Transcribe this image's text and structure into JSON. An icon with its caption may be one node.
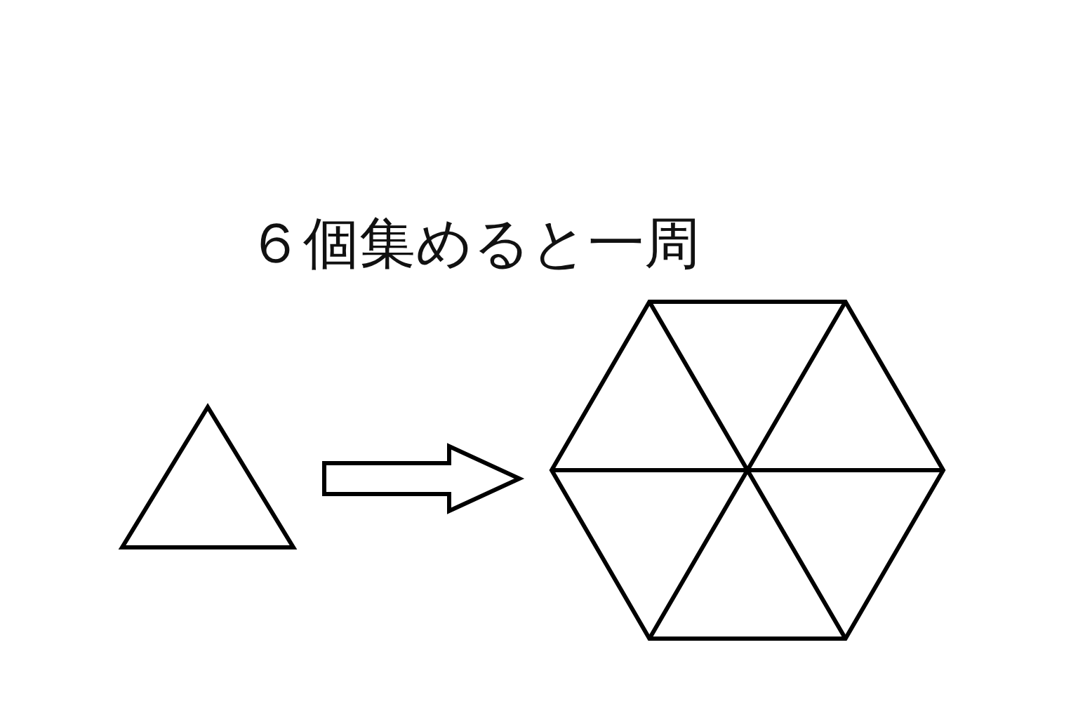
{
  "diagram": {
    "nodes": [
      {
        "text": [],
        "shape": "triangle"
      },
      {
        "text": [],
        "shape": "hexagon"
      }
    ],
    "edges": [
      {
        "from": 0,
        "to": 1,
        "arrow": "to"
      }
    ],
    "labels": [
      "６個集めると一周"
    ]
  }
}
